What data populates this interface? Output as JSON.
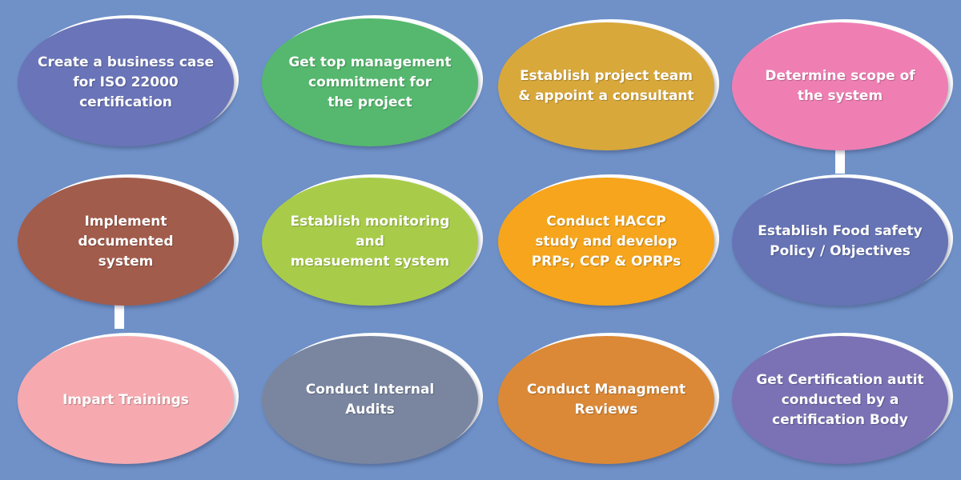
{
  "colors": {
    "background": "#6f91c8",
    "connector": "#ffffff",
    "text": "#ffffff"
  },
  "steps": [
    {
      "id": "business-case",
      "label": "Create a business case\nfor ISO 22000\ncertification",
      "color": "#6a74b8"
    },
    {
      "id": "management-commitment",
      "label": "Get top management\ncommitment for\nthe project",
      "color": "#55b86e"
    },
    {
      "id": "project-team",
      "label": "Establish project team\n& appoint a consultant",
      "color": "#d9a83b"
    },
    {
      "id": "scope",
      "label": "Determine scope of\nthe system",
      "color": "#ef7fb3"
    },
    {
      "id": "documented-system",
      "label": "Implement documented\nsystem",
      "color": "#a25c4c"
    },
    {
      "id": "monitoring",
      "label": "Establish monitoring\nand\nmeasuement system",
      "color": "#a8cc4a"
    },
    {
      "id": "haccp",
      "label": "Conduct HACCP\nstudy and develop\nPRPs, CCP & OPRPs",
      "color": "#f6a51c"
    },
    {
      "id": "policy",
      "label": "Establish Food safety\nPolicy / Objectives",
      "color": "#6674b5"
    },
    {
      "id": "trainings",
      "label": "Impart Trainings",
      "color": "#f6aab0"
    },
    {
      "id": "internal-audits",
      "label": "Conduct Internal\nAudits",
      "color": "#7a86a0"
    },
    {
      "id": "management-reviews",
      "label": "Conduct Managment\nReviews",
      "color": "#db8937"
    },
    {
      "id": "certification",
      "label": "Get Certification autit\nconducted by a\ncertification Body",
      "color": "#7a72b5"
    }
  ]
}
